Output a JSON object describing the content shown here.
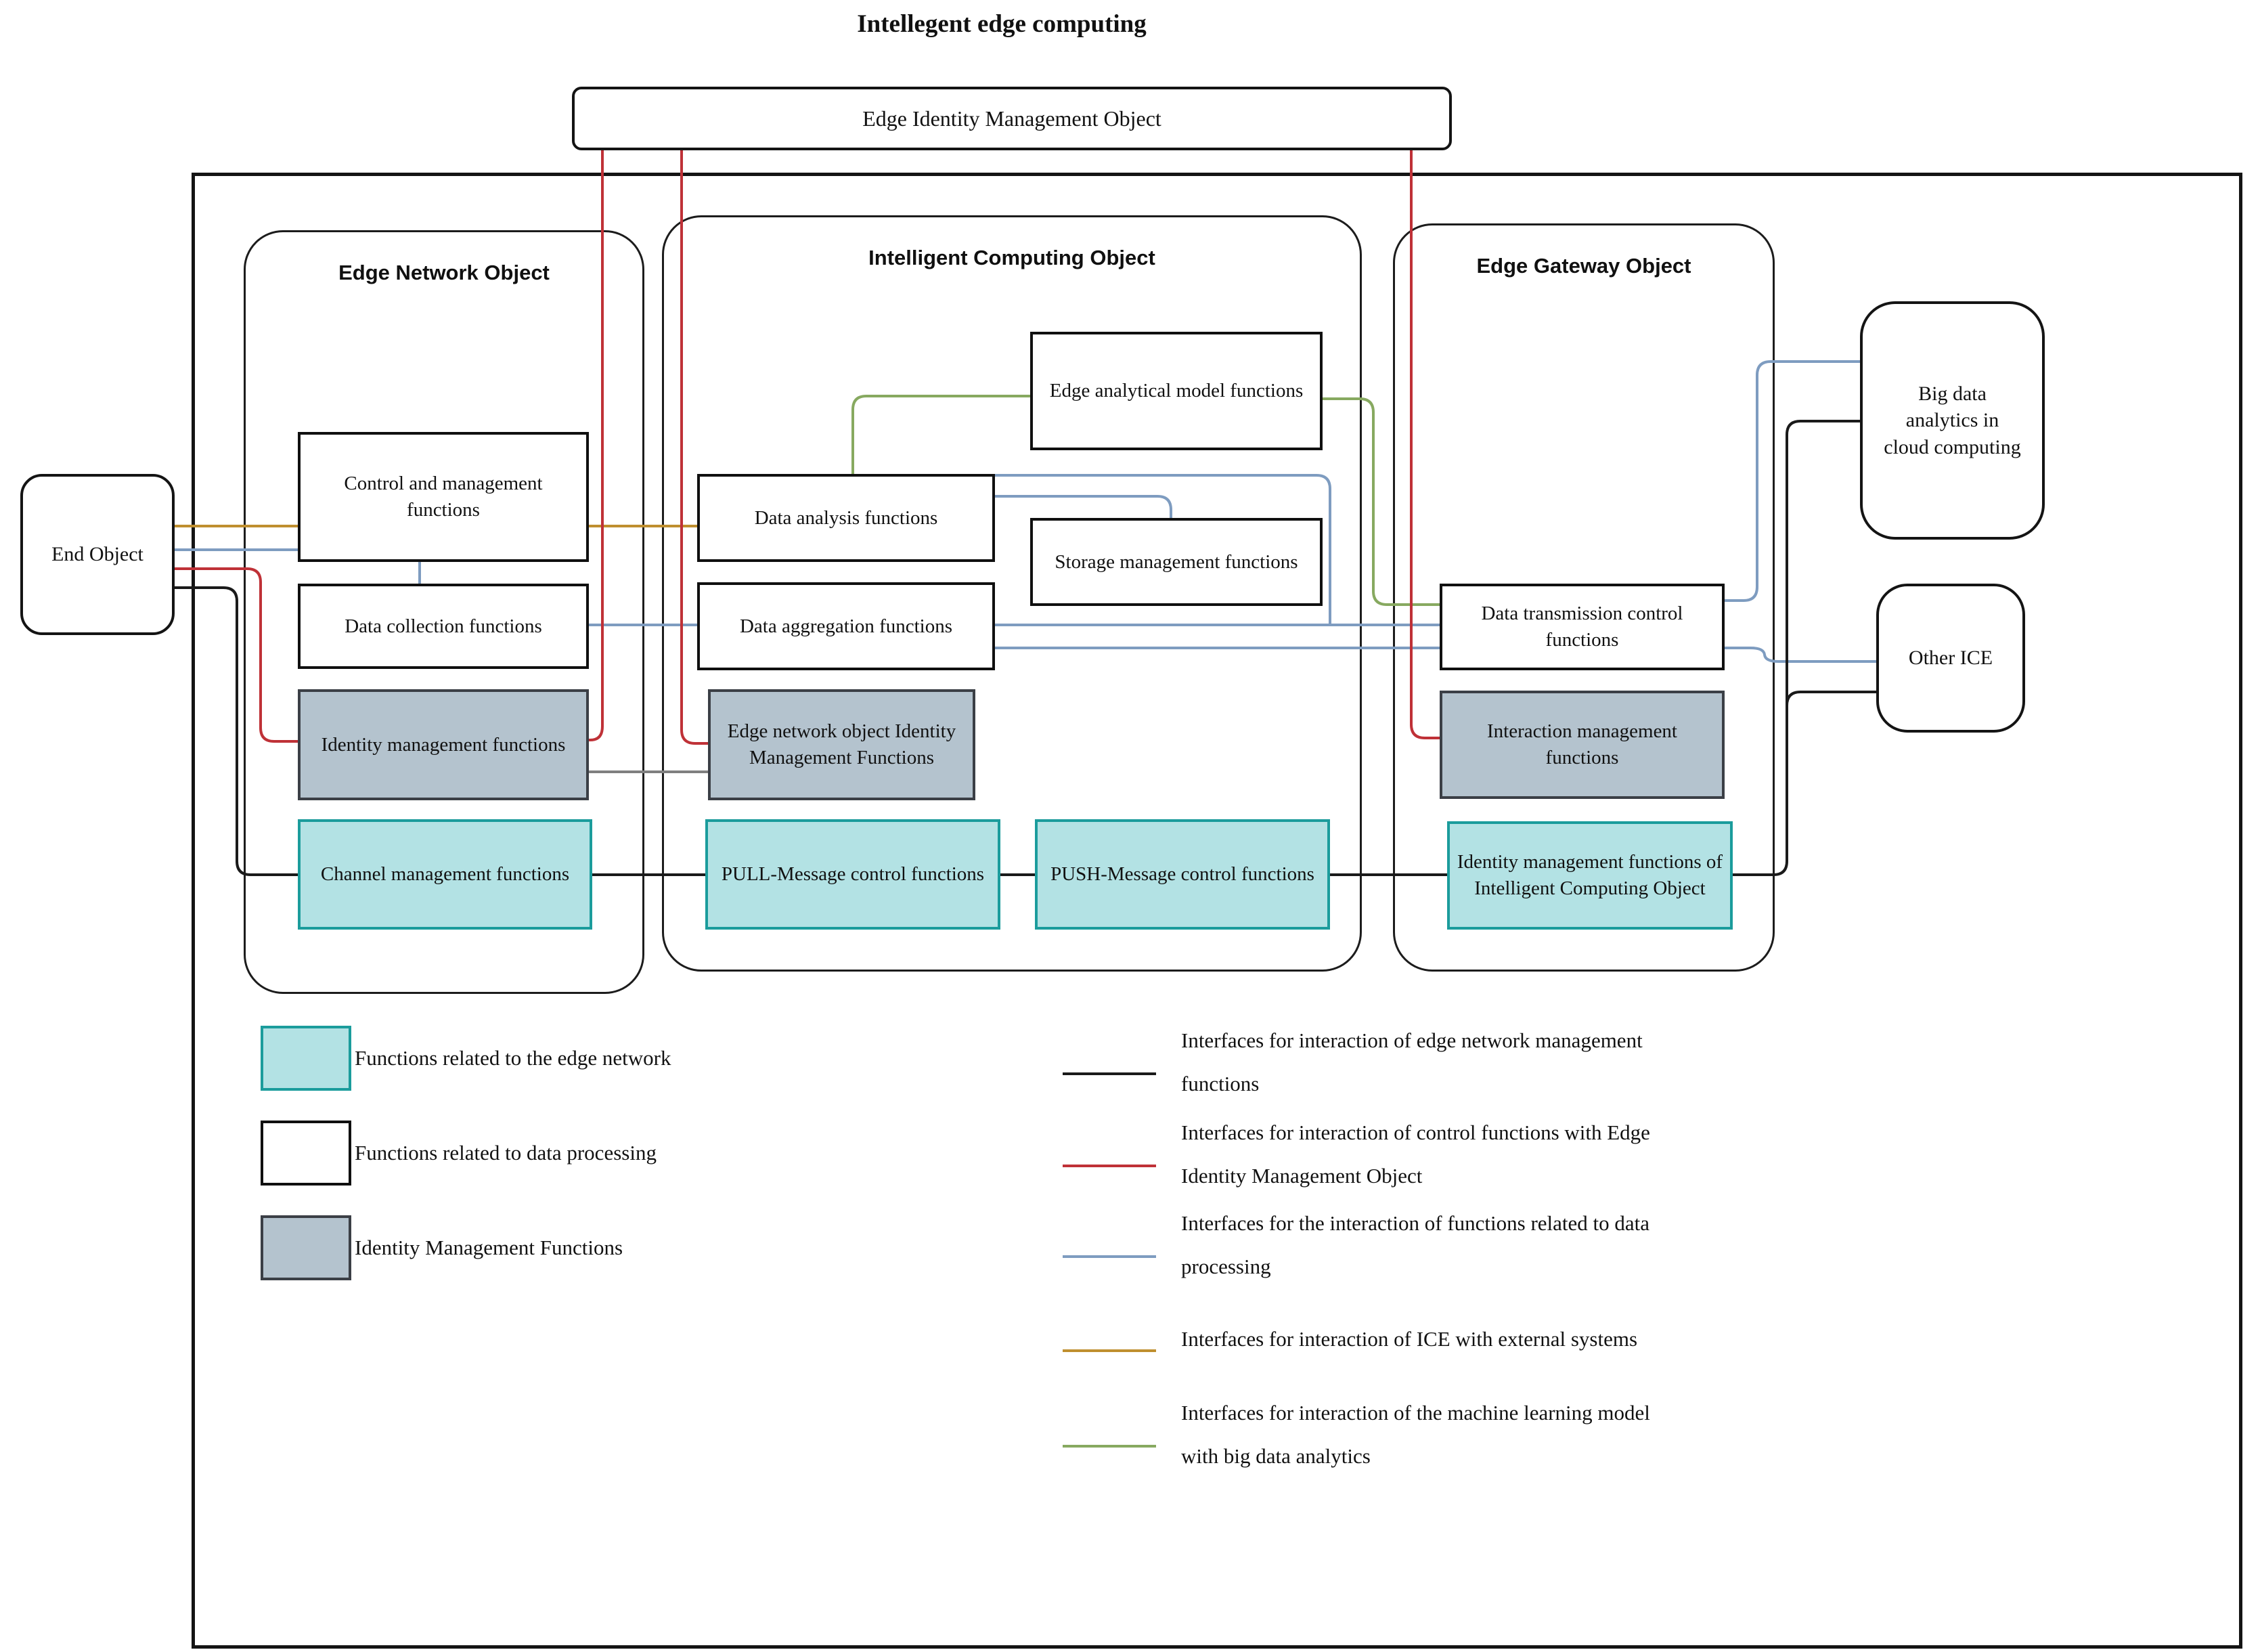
{
  "title": "Intellegent edge computing",
  "top_box": {
    "label": "Edge Identity Management Object"
  },
  "external": {
    "end_object": "End Object",
    "big_data": "Big data analytics in cloud computing",
    "other_ice": "Other ICE"
  },
  "containers": {
    "edge_network": "Edge Network Object",
    "intelligent_computing": "Intelligent Computing Object",
    "edge_gateway": "Edge Gateway Object"
  },
  "boxes": {
    "control_mgmt": "Control and management functions",
    "data_collection": "Data collection functions",
    "identity_mgmt": "Identity management functions",
    "channel_mgmt": "Channel management functions",
    "data_analysis": "Data analysis functions",
    "edge_analytical": "Edge analytical model functions",
    "storage_mgmt": "Storage management functions",
    "data_aggregation": "Data aggregation functions",
    "eno_imf": "Edge network object Identity Management Functions",
    "pull_msg": "PULL-Message control functions",
    "push_msg": "PUSH-Message control functions",
    "data_transmission": "Data transmission control functions",
    "interaction_mgmt": "Interaction management functions",
    "ico_imf": "Identity management functions of Intelligent Computing Object"
  },
  "legend_fills": [
    {
      "swatch": "teal",
      "label": "Functions related to the edge network"
    },
    {
      "swatch": "white",
      "label": "Functions related to data processing"
    },
    {
      "swatch": "gray",
      "label": "Identity Management Functions"
    }
  ],
  "legend_lines": [
    {
      "swatch": "black",
      "line1": "Interfaces for interaction of edge network management",
      "line2": "functions"
    },
    {
      "swatch": "red",
      "line1": "Interfaces for interaction of control functions with Edge",
      "line2": "Identity Management Object"
    },
    {
      "swatch": "blue",
      "line1": "Interfaces for the interaction of functions related to data",
      "line2": "processing"
    },
    {
      "swatch": "orange",
      "line1": "Interfaces for interaction of ICE with external systems",
      "line2": ""
    },
    {
      "swatch": "green",
      "line1": "Interfaces for interaction of the machine learning model",
      "line2": "with big data analytics"
    }
  ],
  "colors": {
    "teal_fill": "#b3e2e4",
    "teal_border": "#1b9c9c",
    "gray_fill": "#b4c3ce",
    "line_black": "#1a1a1a",
    "line_red": "#bf3137",
    "line_blue": "#7e9cc0",
    "line_orange": "#bf8f2f",
    "line_green": "#87a960",
    "line_gray": "#7f7f7f"
  }
}
